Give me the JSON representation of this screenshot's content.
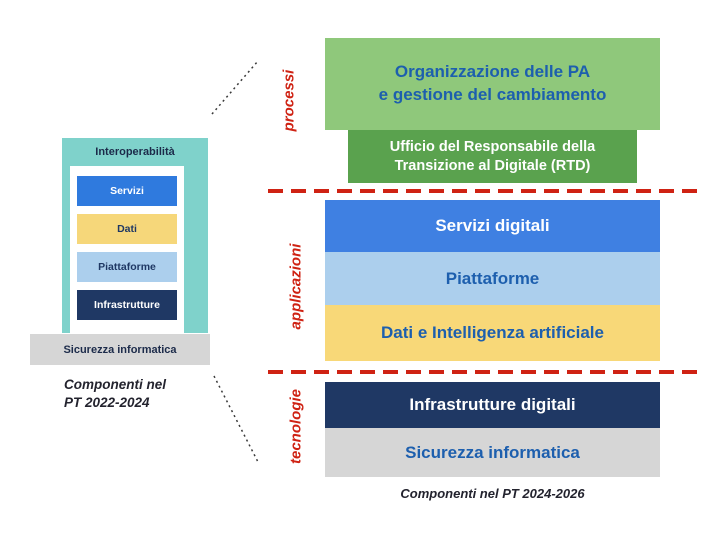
{
  "colors": {
    "teal": "#7fd2cb",
    "navy": "#1f3864",
    "gray": "#d6d6d6",
    "heading_blue": "#1d5fae",
    "red": "#cf2213",
    "dotted_line": "#3a3a3a",
    "white": "#ffffff"
  },
  "left_diagram": {
    "interoperability": "Interoperabilità",
    "layers": [
      {
        "label": "Servizi",
        "bg": "#2f7ade",
        "fg": "#ffffff"
      },
      {
        "label": "Dati",
        "bg": "#f6d77a",
        "fg": "#1f3864"
      },
      {
        "label": "Piattaforme",
        "bg": "#accfed",
        "fg": "#1f3864"
      },
      {
        "label": "Infrastrutture",
        "bg": "#1f3864",
        "fg": "#ffffff"
      }
    ],
    "security": "Sicurezza informatica",
    "caption_line1": "Componenti nel",
    "caption_line2": "PT 2022-2024"
  },
  "side_labels": [
    {
      "label": "processi"
    },
    {
      "label": "applicazioni"
    },
    {
      "label": "tecnologie"
    }
  ],
  "right_diagram": {
    "organizzazione": {
      "line1": "Organizzazione delle PA",
      "line2": "e gestione del cambiamento",
      "bg": "#8fc87b",
      "fg": "#1d5fae"
    },
    "rtd": {
      "line1": "Ufficio del Responsabile della",
      "line2": "Transizione al Digitale (RTD)",
      "bg": "#5aa24e",
      "fg": "#ffffff"
    },
    "servizi": {
      "label": "Servizi digitali",
      "bg": "#3f80e2",
      "fg": "#ffffff"
    },
    "piattaforme": {
      "label": "Piattaforme",
      "bg": "#accfed",
      "fg": "#1d5fae"
    },
    "dati": {
      "label": "Dati e Intelligenza artificiale",
      "bg": "#f8d878",
      "fg": "#1d5fae"
    },
    "infrastrutture": {
      "label": "Infrastrutture digitali",
      "bg": "#1f3864",
      "fg": "#ffffff"
    },
    "sicurezza": {
      "label": "Sicurezza informatica",
      "bg": "#d6d6d6",
      "fg": "#1d5fae"
    },
    "caption": "Componenti nel PT 2024-2026"
  }
}
